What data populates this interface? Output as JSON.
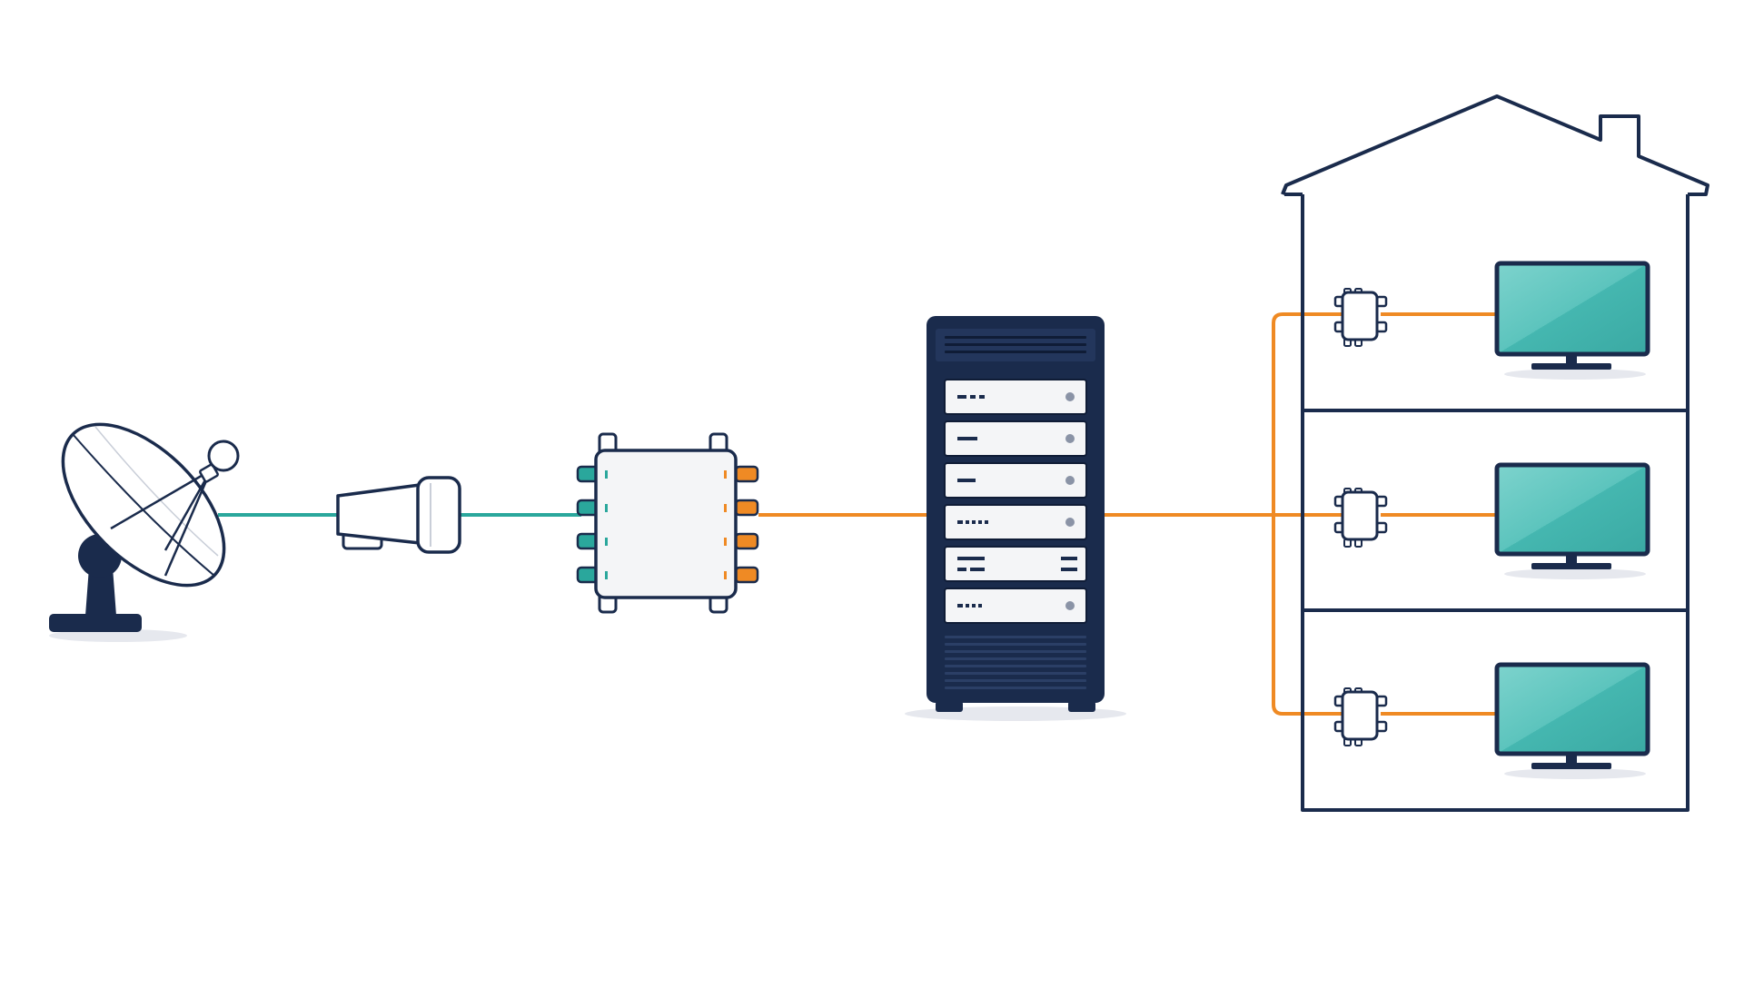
{
  "diagram": {
    "colors": {
      "background": "#ffffff",
      "outline": "#1a2b4c",
      "signal_input": "#2aa79c",
      "signal_output": "#ef8a24",
      "screen_light": "#7dd3cd",
      "screen_dark": "#3fb3ad",
      "device_fill": "#f4f5f7",
      "shadow": "#e6e8ee"
    },
    "components": [
      {
        "id": "dish",
        "icon": "satellite-dish-icon"
      },
      {
        "id": "lnb",
        "icon": "lnb-feedhorn-icon"
      },
      {
        "id": "multiswitch",
        "icon": "multiswitch-icon",
        "input_ports": 4,
        "output_ports": 4
      },
      {
        "id": "server_rack",
        "icon": "server-rack-icon",
        "units": 6
      },
      {
        "id": "house",
        "icon": "house-icon",
        "floors": 3
      },
      {
        "id": "wall_outlets",
        "icon": "wall-outlet-icon",
        "count": 3
      },
      {
        "id": "televisions",
        "icon": "tv-icon",
        "count": 3
      }
    ],
    "connections": [
      {
        "from": "dish",
        "to": "lnb",
        "signal": "input"
      },
      {
        "from": "lnb",
        "to": "multiswitch",
        "signal": "input"
      },
      {
        "from": "multiswitch",
        "to": "server_rack",
        "signal": "output"
      },
      {
        "from": "server_rack",
        "to": "house",
        "signal": "output"
      },
      {
        "from": "house",
        "to": "wall_outlets",
        "signal": "output"
      },
      {
        "from": "wall_outlets",
        "to": "televisions",
        "signal": "output"
      }
    ]
  }
}
